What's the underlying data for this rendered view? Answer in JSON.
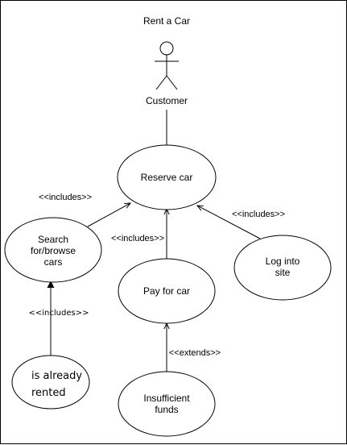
{
  "diagram": {
    "title": "Rent a Car",
    "actor": {
      "name": "Customer",
      "icon": "stick-figure-icon"
    },
    "use_cases": {
      "reserve_car": "Reserve car",
      "search": [
        "Search",
        "for/browse",
        "cars"
      ],
      "pay": "Pay for car",
      "login": [
        "Log into",
        "site"
      ],
      "insufficient": [
        "Insufficient",
        "funds"
      ],
      "already_rented": [
        "is already",
        "rented"
      ]
    },
    "relations": {
      "search_reserve": "<<includes>>",
      "pay_reserve": "<<includes>>",
      "login_reserve": "<<includes>>",
      "insufficient_pay": "<<extends>>",
      "rented_search": "<<includes>>"
    },
    "colors": {
      "stroke": "#000000",
      "background": "#ffffff"
    }
  }
}
